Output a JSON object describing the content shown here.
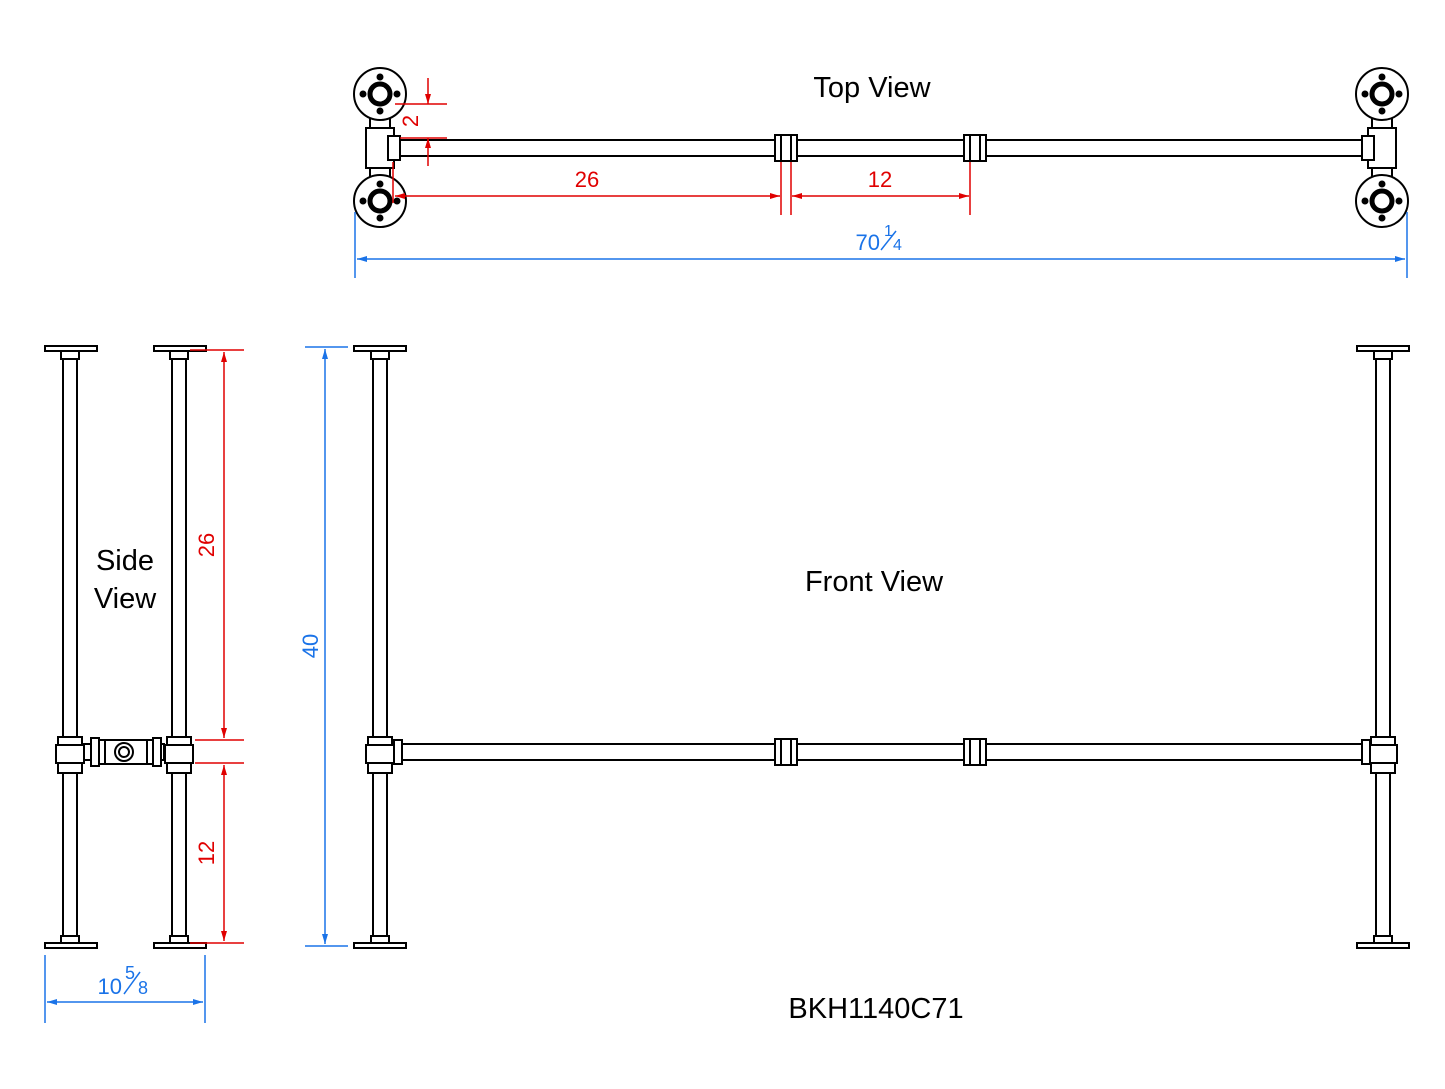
{
  "labels": {
    "top_view": "Top View",
    "side_view_line1": "Side",
    "side_view_line2": "View",
    "front_view": "Front View",
    "part_number": "BKH1140C71"
  },
  "dimensions": {
    "top_offset": "2",
    "top_segment_1": "26",
    "top_segment_2": "12",
    "overall_length_whole": "70",
    "overall_length_frac_num": "1",
    "overall_length_frac_den": "4",
    "side_upper": "26",
    "side_lower": "12",
    "side_width_whole": "10",
    "side_width_frac_num": "5",
    "side_width_frac_den": "8",
    "front_height": "40"
  },
  "colors": {
    "outline": "#000000",
    "dim_red": "#e00000",
    "dim_blue": "#1a73e8"
  }
}
